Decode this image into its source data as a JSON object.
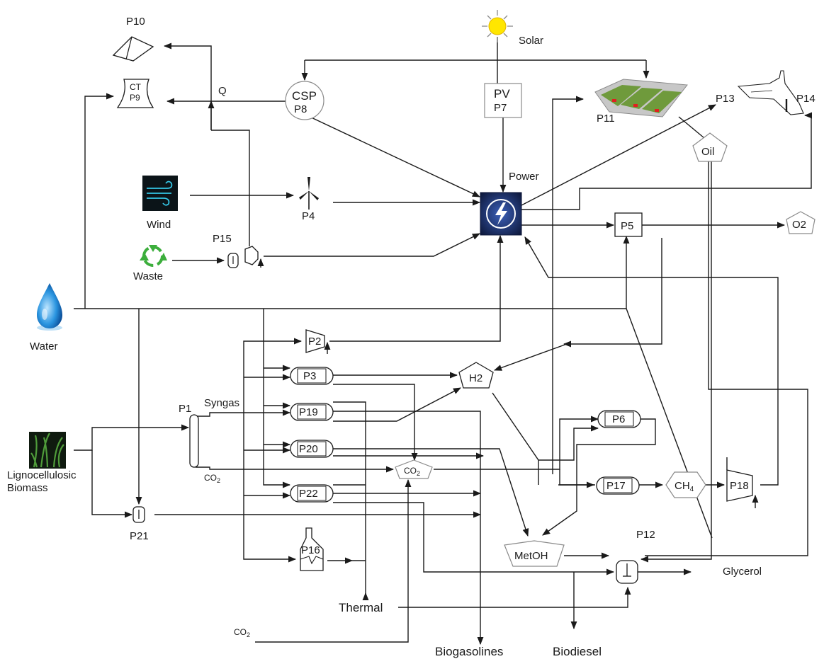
{
  "labels": {
    "solar": "Solar",
    "p10": "P10",
    "ct": "CT",
    "p9": "P9",
    "q": "Q",
    "csp": "CSP",
    "p8": "P8",
    "pv": "PV",
    "p7": "P7",
    "p11": "P11",
    "p13": "P13",
    "p14": "P14",
    "oil": "Oil",
    "power": "Power",
    "wind": "Wind",
    "p4": "P4",
    "p15": "P15",
    "waste": "Waste",
    "p5": "P5",
    "o2": "O2",
    "water": "Water",
    "p2": "P2",
    "p3": "P3",
    "h2": "H2",
    "p1": "P1",
    "syngas": "Syngas",
    "p19": "P19",
    "p6": "P6",
    "biomass_line1": "Lignocellulosic",
    "biomass_line2": "Biomass",
    "p20": "P20",
    "co2_p1": "CO",
    "co2_center": "CO",
    "p17": "P17",
    "ch4": "CH",
    "p18": "P18",
    "p22": "P22",
    "p21": "P21",
    "p12": "P12",
    "metoh": "MetOH",
    "p16": "P16",
    "glycerol": "Glycerol",
    "thermal": "Thermal",
    "co2_bottom": "CO",
    "biogasolines": "Biogasolines",
    "biodiesel": "Biodiesel",
    "sub_2": "2",
    "sub_4": "4"
  },
  "icons": {
    "sun": "sun-icon",
    "wind": "wind-icon",
    "recycle": "recycle-icon",
    "water": "water-drop-icon",
    "biomass": "grass-icon",
    "power": "lightning-bolt-icon",
    "turbine": "wind-turbine-icon",
    "cooling_tower": "cooling-tower-icon",
    "solar_panel": "solar-panel-icon",
    "ponds": "algae-pond-icon",
    "dam": "hydro-dam-icon"
  },
  "colors": {
    "sun": "#ffe600",
    "water": "#1e88d6",
    "recycle": "#3cae3c",
    "power_bg": "#14204a",
    "wind_bg": "#0b1418",
    "wind_stroke": "#35c6e6",
    "pond_green": "#6f9a3c"
  }
}
